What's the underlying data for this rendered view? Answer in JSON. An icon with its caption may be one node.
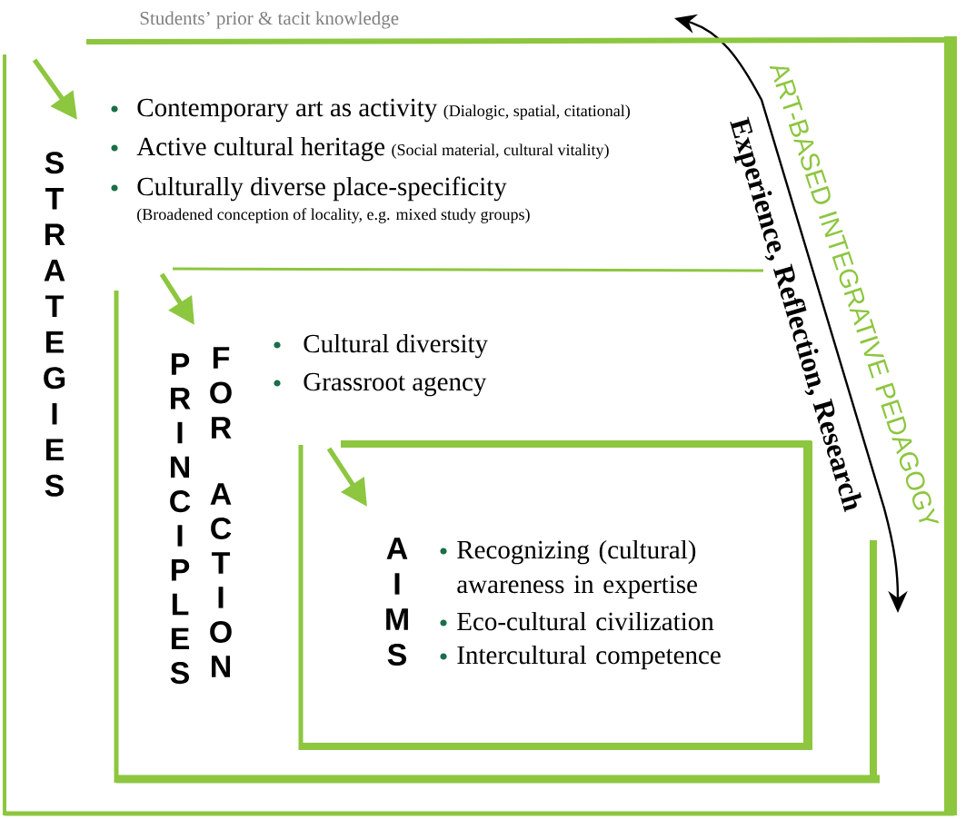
{
  "diagram": {
    "nodes": [
      {
        "text": [
          "STRATEGIES",
          "Contemporary art as activity",
          "(Dialogic, spatial, citational)",
          "Active cultural heritage",
          "(Social material, cultural vitality)",
          "Culturally diverse place-specificity",
          "(Broadened conception of locality, e.g. mixed study groups)"
        ]
      },
      {
        "text": [
          "PRINCIPLES",
          "FOR",
          "ACTION",
          "Cultural diversity",
          "Grassroot agency"
        ],
        "in": 0
      },
      {
        "text": [
          "AIMS",
          "Recognizing (cultural) awareness in expertise",
          "Eco-cultural civilization",
          "Intercultural competence"
        ],
        "in": 1
      }
    ],
    "labels": [
      "Students’ prior & tacit knowledge",
      "Experience, Reflection, Research",
      "ART-BASED INTEGRATIVE PEDAGOGY"
    ]
  }
}
